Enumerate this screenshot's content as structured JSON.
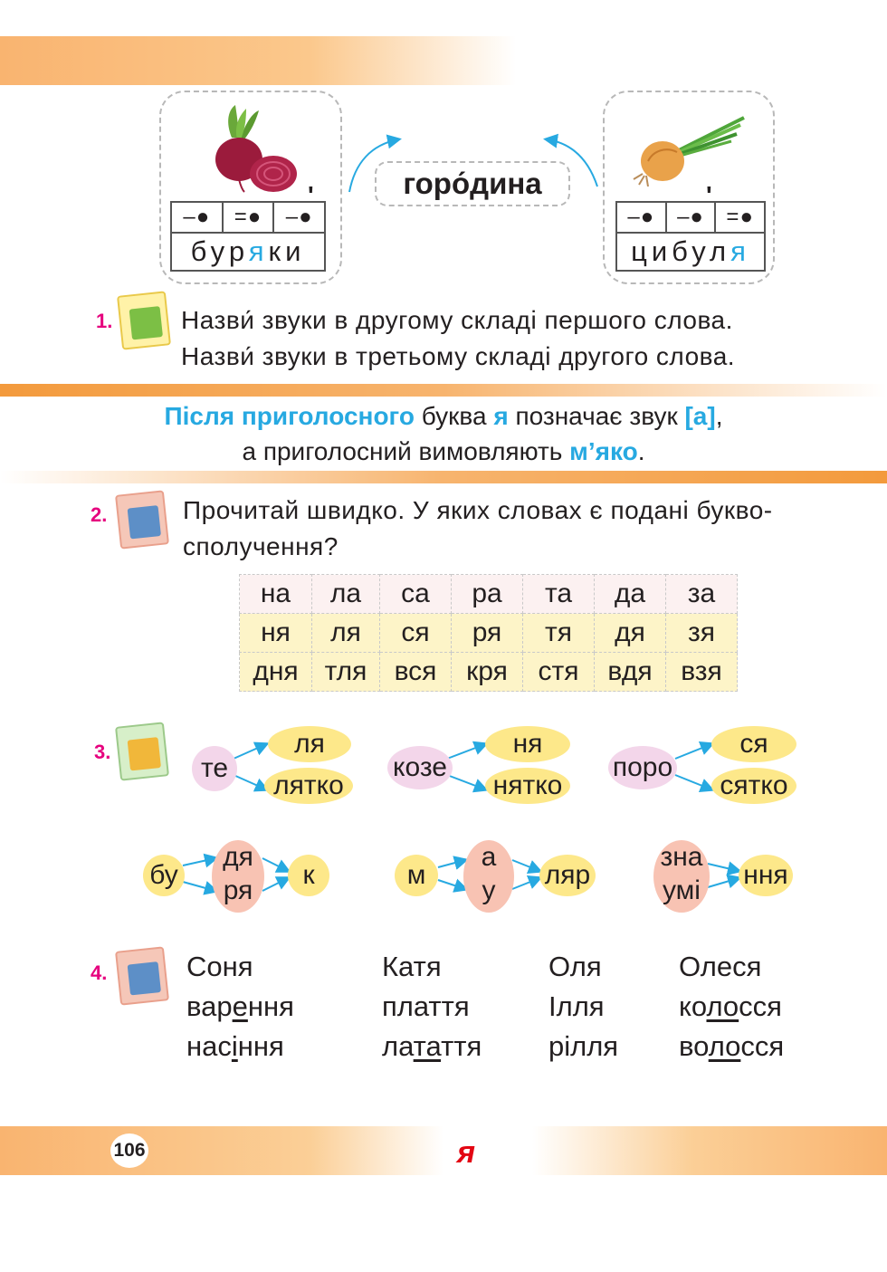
{
  "scheme_left": {
    "cells": [
      "–●",
      "=●",
      "–●"
    ],
    "word_parts": [
      "бур",
      "я",
      "ки"
    ]
  },
  "scheme_right": {
    "cells": [
      "–●",
      "–●",
      "=●"
    ],
    "word_parts": [
      "цибул",
      "я"
    ]
  },
  "stress_mark": "ʹ",
  "center_word": "горо́дина",
  "task1": {
    "number": "1.",
    "lines": [
      "Назви́ звуки в другому складі першого слова.",
      "Назви́ звуки в третьому складі другого слова."
    ]
  },
  "rule": {
    "p1": "Після приголосного",
    "p2": " буква ",
    "p3": "я",
    "p4": " позначає звук ",
    "p5": "[а]",
    "p6": ",",
    "p7": "а приголосний вимовляють ",
    "p8": "м’яко",
    "p9": "."
  },
  "task2": {
    "number": "2.",
    "lines": [
      "Прочитай швидко. У яких словах є подані букво-",
      "сполучення?"
    ],
    "table": [
      [
        "на",
        "ла",
        "са",
        "ра",
        "та",
        "да",
        "за"
      ],
      [
        "ня",
        "ля",
        "ся",
        "ря",
        "тя",
        "дя",
        "зя"
      ],
      [
        "дня",
        "тля",
        "вся",
        "кря",
        "стя",
        "вдя",
        "взя"
      ]
    ]
  },
  "task3": {
    "number": "3.",
    "groups": [
      {
        "stem": "те",
        "top": "ля",
        "bottom": "лятко"
      },
      {
        "stem": "козе",
        "top": "ня",
        "bottom": "нятко"
      },
      {
        "stem": "поро",
        "top": "ся",
        "bottom": "сятко"
      }
    ],
    "chains": [
      {
        "start": "бу",
        "mid_top": "дя",
        "mid_bottom": "ря",
        "end": "к"
      },
      {
        "start": "м",
        "mid_top": "а",
        "mid_bottom": "у",
        "end": "ляр"
      },
      {
        "mid_top": "зна",
        "mid_bottom": "умі",
        "end": "ння"
      }
    ]
  },
  "task4": {
    "number": "4.",
    "columns": [
      [
        [
          "Соня"
        ],
        [
          "вар",
          "е",
          "ння"
        ],
        [
          "нас",
          "і",
          "ння"
        ]
      ],
      [
        [
          "Катя"
        ],
        [
          "плаття"
        ],
        [
          "ла",
          "та",
          "ття"
        ]
      ],
      [
        [
          "Оля"
        ],
        [
          "Ілля"
        ],
        [
          "рілля"
        ]
      ],
      [
        [
          "Олеся"
        ],
        [
          "ко",
          "ло",
          "сся"
        ],
        [
          "во",
          "ло",
          "сся"
        ]
      ]
    ]
  },
  "footer": {
    "page": "106",
    "letter": "я"
  },
  "colors": {
    "accent_blue": "#27a9e1",
    "number_magenta": "#e6007e",
    "band_orange": "#f9b470",
    "letter_red": "#e30613"
  }
}
